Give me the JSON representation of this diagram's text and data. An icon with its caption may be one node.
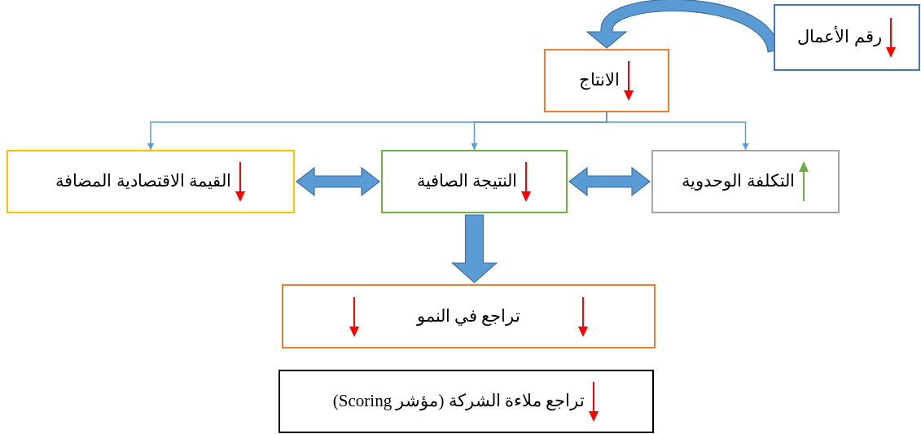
{
  "diagram": {
    "nodes": [
      {
        "text": [
          "رقم الأعمال"
        ]
      },
      {
        "text": [
          "الانتاج"
        ]
      },
      {
        "text": [
          "التكلفة الوحدوية"
        ]
      },
      {
        "text": [
          "النتيجة الصافية"
        ]
      },
      {
        "text": [
          "القيمة الاقتصادية المضافة"
        ]
      },
      {
        "text": [
          "تراجع في النمو"
        ]
      },
      {
        "text": [
          "تراجع ملاءة الشركة (مؤشر Scoring)"
        ]
      }
    ],
    "edges": [
      {
        "from": 0,
        "to": 1,
        "arrow": "to",
        "style": "thick"
      },
      {
        "from": 1,
        "to": 2,
        "arrow": "to"
      },
      {
        "from": 1,
        "to": 3,
        "arrow": "to"
      },
      {
        "from": 1,
        "to": 4,
        "arrow": "to"
      },
      {
        "from": 3,
        "to": 4,
        "arrow": "both",
        "style": "thick"
      },
      {
        "from": 3,
        "to": 2,
        "arrow": "both",
        "style": "thick"
      },
      {
        "from": 3,
        "to": 5,
        "arrow": "to",
        "style": "thick"
      }
    ]
  }
}
